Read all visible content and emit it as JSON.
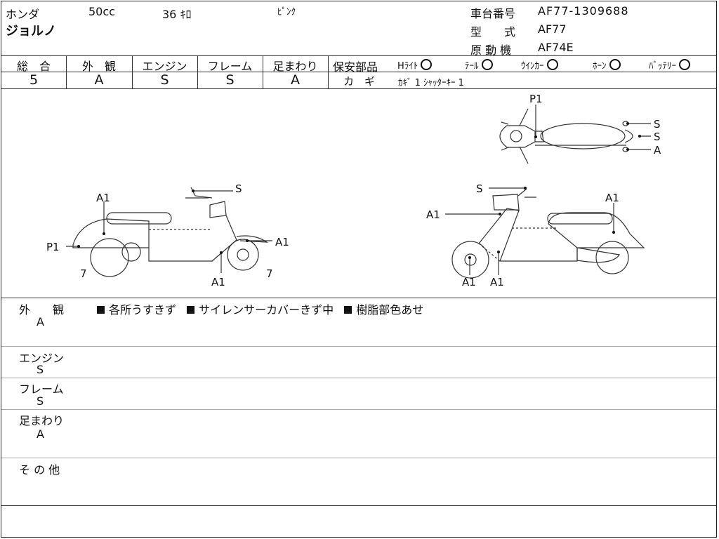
{
  "header": {
    "maker": "ホンダ",
    "displacement": "50cc",
    "mileage": "36 ｷﾛ",
    "color": "ﾋﾟﾝｸ",
    "model_name": "ジョルノ",
    "frame_no_label": "車台番号",
    "frame_no": "AF77-1309688",
    "type_label": "型　　式",
    "type_value": "AF77",
    "engine_label": "原 動 機",
    "engine_value": "AF74E"
  },
  "grades": [
    {
      "label": "総　合",
      "value": "5"
    },
    {
      "label": "外　観",
      "value": "A"
    },
    {
      "label": "エンジン",
      "value": "S"
    },
    {
      "label": "フレーム",
      "value": "S"
    },
    {
      "label": "足まわり",
      "value": "A"
    }
  ],
  "safety": {
    "title": "保安部品",
    "items": [
      {
        "label": "Hﾗｲﾄ"
      },
      {
        "label": "ﾃｰﾙ"
      },
      {
        "label": "ｳｲﾝｶｰ"
      },
      {
        "label": "ﾎｰﾝ"
      },
      {
        "label": "ﾊﾞｯﾃﾘｰ"
      }
    ],
    "key_label": "カ　ギ",
    "key_value": "ｶｷﾞ 1  ｼｬｯﾀｰｷｰ 1"
  },
  "diagram": {
    "top_labels": [
      "P1",
      "S",
      "S",
      "A"
    ],
    "left_labels": [
      "S",
      "A1",
      "P1",
      "A1",
      "7",
      "7",
      "A1"
    ],
    "right_labels": [
      "S",
      "A1",
      "A1",
      "A1",
      "A1"
    ]
  },
  "sections": [
    {
      "title": "外　　観",
      "grade": "A",
      "notes": [
        "各所うすきず",
        "サイレンサーカバーきず中",
        "樹脂部色あせ"
      ]
    },
    {
      "title": "エンジン",
      "grade": "S",
      "notes": []
    },
    {
      "title": "フレーム",
      "grade": "S",
      "notes": []
    },
    {
      "title": "足まわり",
      "grade": "A",
      "notes": []
    },
    {
      "title": "そ の 他",
      "grade": "",
      "notes": []
    }
  ]
}
